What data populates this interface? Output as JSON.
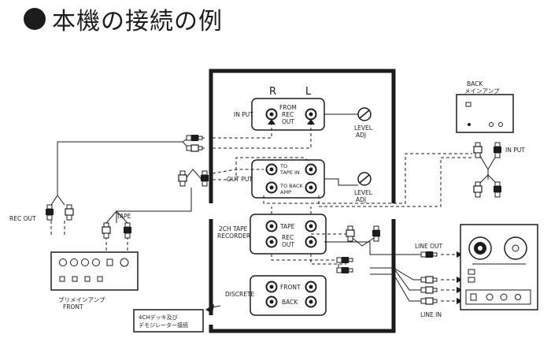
{
  "title": "本機の接続の例",
  "labels": {
    "r": "R",
    "l": "L",
    "input": "IN PUT",
    "from_rec_out": [
      "FROM",
      "REC",
      "OUT"
    ],
    "output": "OUT PUT",
    "to_tape_in": [
      "TO",
      "TAPE IN"
    ],
    "to_back_amp": [
      "TO BACK",
      "AMP"
    ],
    "level_adj_1": [
      "LEVEL",
      "ADJ"
    ],
    "level_adj_2": [
      "LEVEL",
      "ADJ"
    ],
    "tape_recorder": [
      "2CH TAPE",
      "RECORDER"
    ],
    "tape": "TAPE",
    "rec_out_jack": [
      "REC",
      "OUT"
    ],
    "discrete": "DISCRETE",
    "front": "FRONT",
    "back": "BACK",
    "back_main_amp": [
      "BACK",
      "メインアンプ"
    ],
    "back_input": "IN PUT",
    "rec_out_left": "REC OUT",
    "tape_left": "TAPE",
    "pre_main_amp": [
      "プリメインアンプ",
      "FRONT"
    ],
    "deck_note": [
      "4CHデッキ及び",
      "デモジレーター接続"
    ],
    "line_out": "LINE OUT",
    "line_in": "LINE IN"
  }
}
